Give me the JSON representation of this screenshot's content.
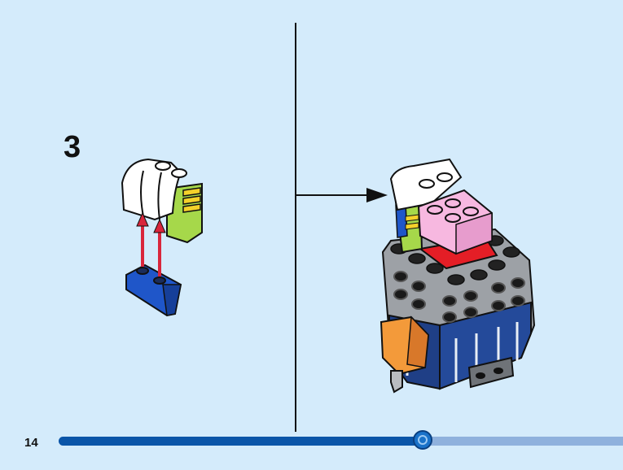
{
  "instruction": {
    "step_number": "3",
    "page_number": "14"
  },
  "progress": {
    "fraction": 0.645
  },
  "colors": {
    "background": "#d4ebfb",
    "progress_fill": "#0a55a8",
    "progress_track": "#8fb1dd",
    "arrow_red": "#d9263c"
  }
}
